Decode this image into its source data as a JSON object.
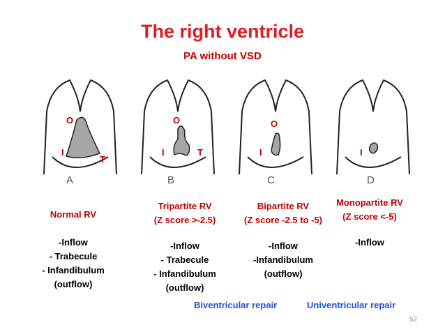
{
  "title": "The right ventricle",
  "subtitle": "PA without VSD",
  "panels": [
    {
      "letter": "A",
      "marks": {
        "o": "O",
        "i": "I",
        "t": "T"
      },
      "heading": [
        "Normal RV"
      ],
      "components": [
        "-Inflow",
        "- Trabecule",
        "- Infandibulum",
        "(outflow)"
      ]
    },
    {
      "letter": "B",
      "marks": {
        "o": "O",
        "i": "I",
        "t": "T"
      },
      "heading": [
        "Tripartite RV",
        "(Z score >-2.5)"
      ],
      "components": [
        "-Inflow",
        "- Trabecule",
        "- Infandibulum",
        "(outflow)"
      ]
    },
    {
      "letter": "C",
      "marks": {
        "o": "O",
        "i": "I"
      },
      "heading": [
        "Bipartite RV",
        "(Z score -2.5 to -5)"
      ],
      "components": [
        "-Inflow",
        "-Infandibulum",
        "(outflow)"
      ]
    },
    {
      "letter": "D",
      "marks": {
        "i": "I"
      },
      "heading": [
        "Monopartite RV",
        "(Z score <-5)"
      ],
      "components": [
        "-Inflow"
      ]
    }
  ],
  "repairs": {
    "biventricular": "Biventricular repair",
    "univentricular": "Univentricular repair"
  },
  "page_number": "52",
  "colors": {
    "title": "#e01b24",
    "marks": "#c00000",
    "repair": "#1f4fd8",
    "cavity": "#a6a6a6"
  }
}
